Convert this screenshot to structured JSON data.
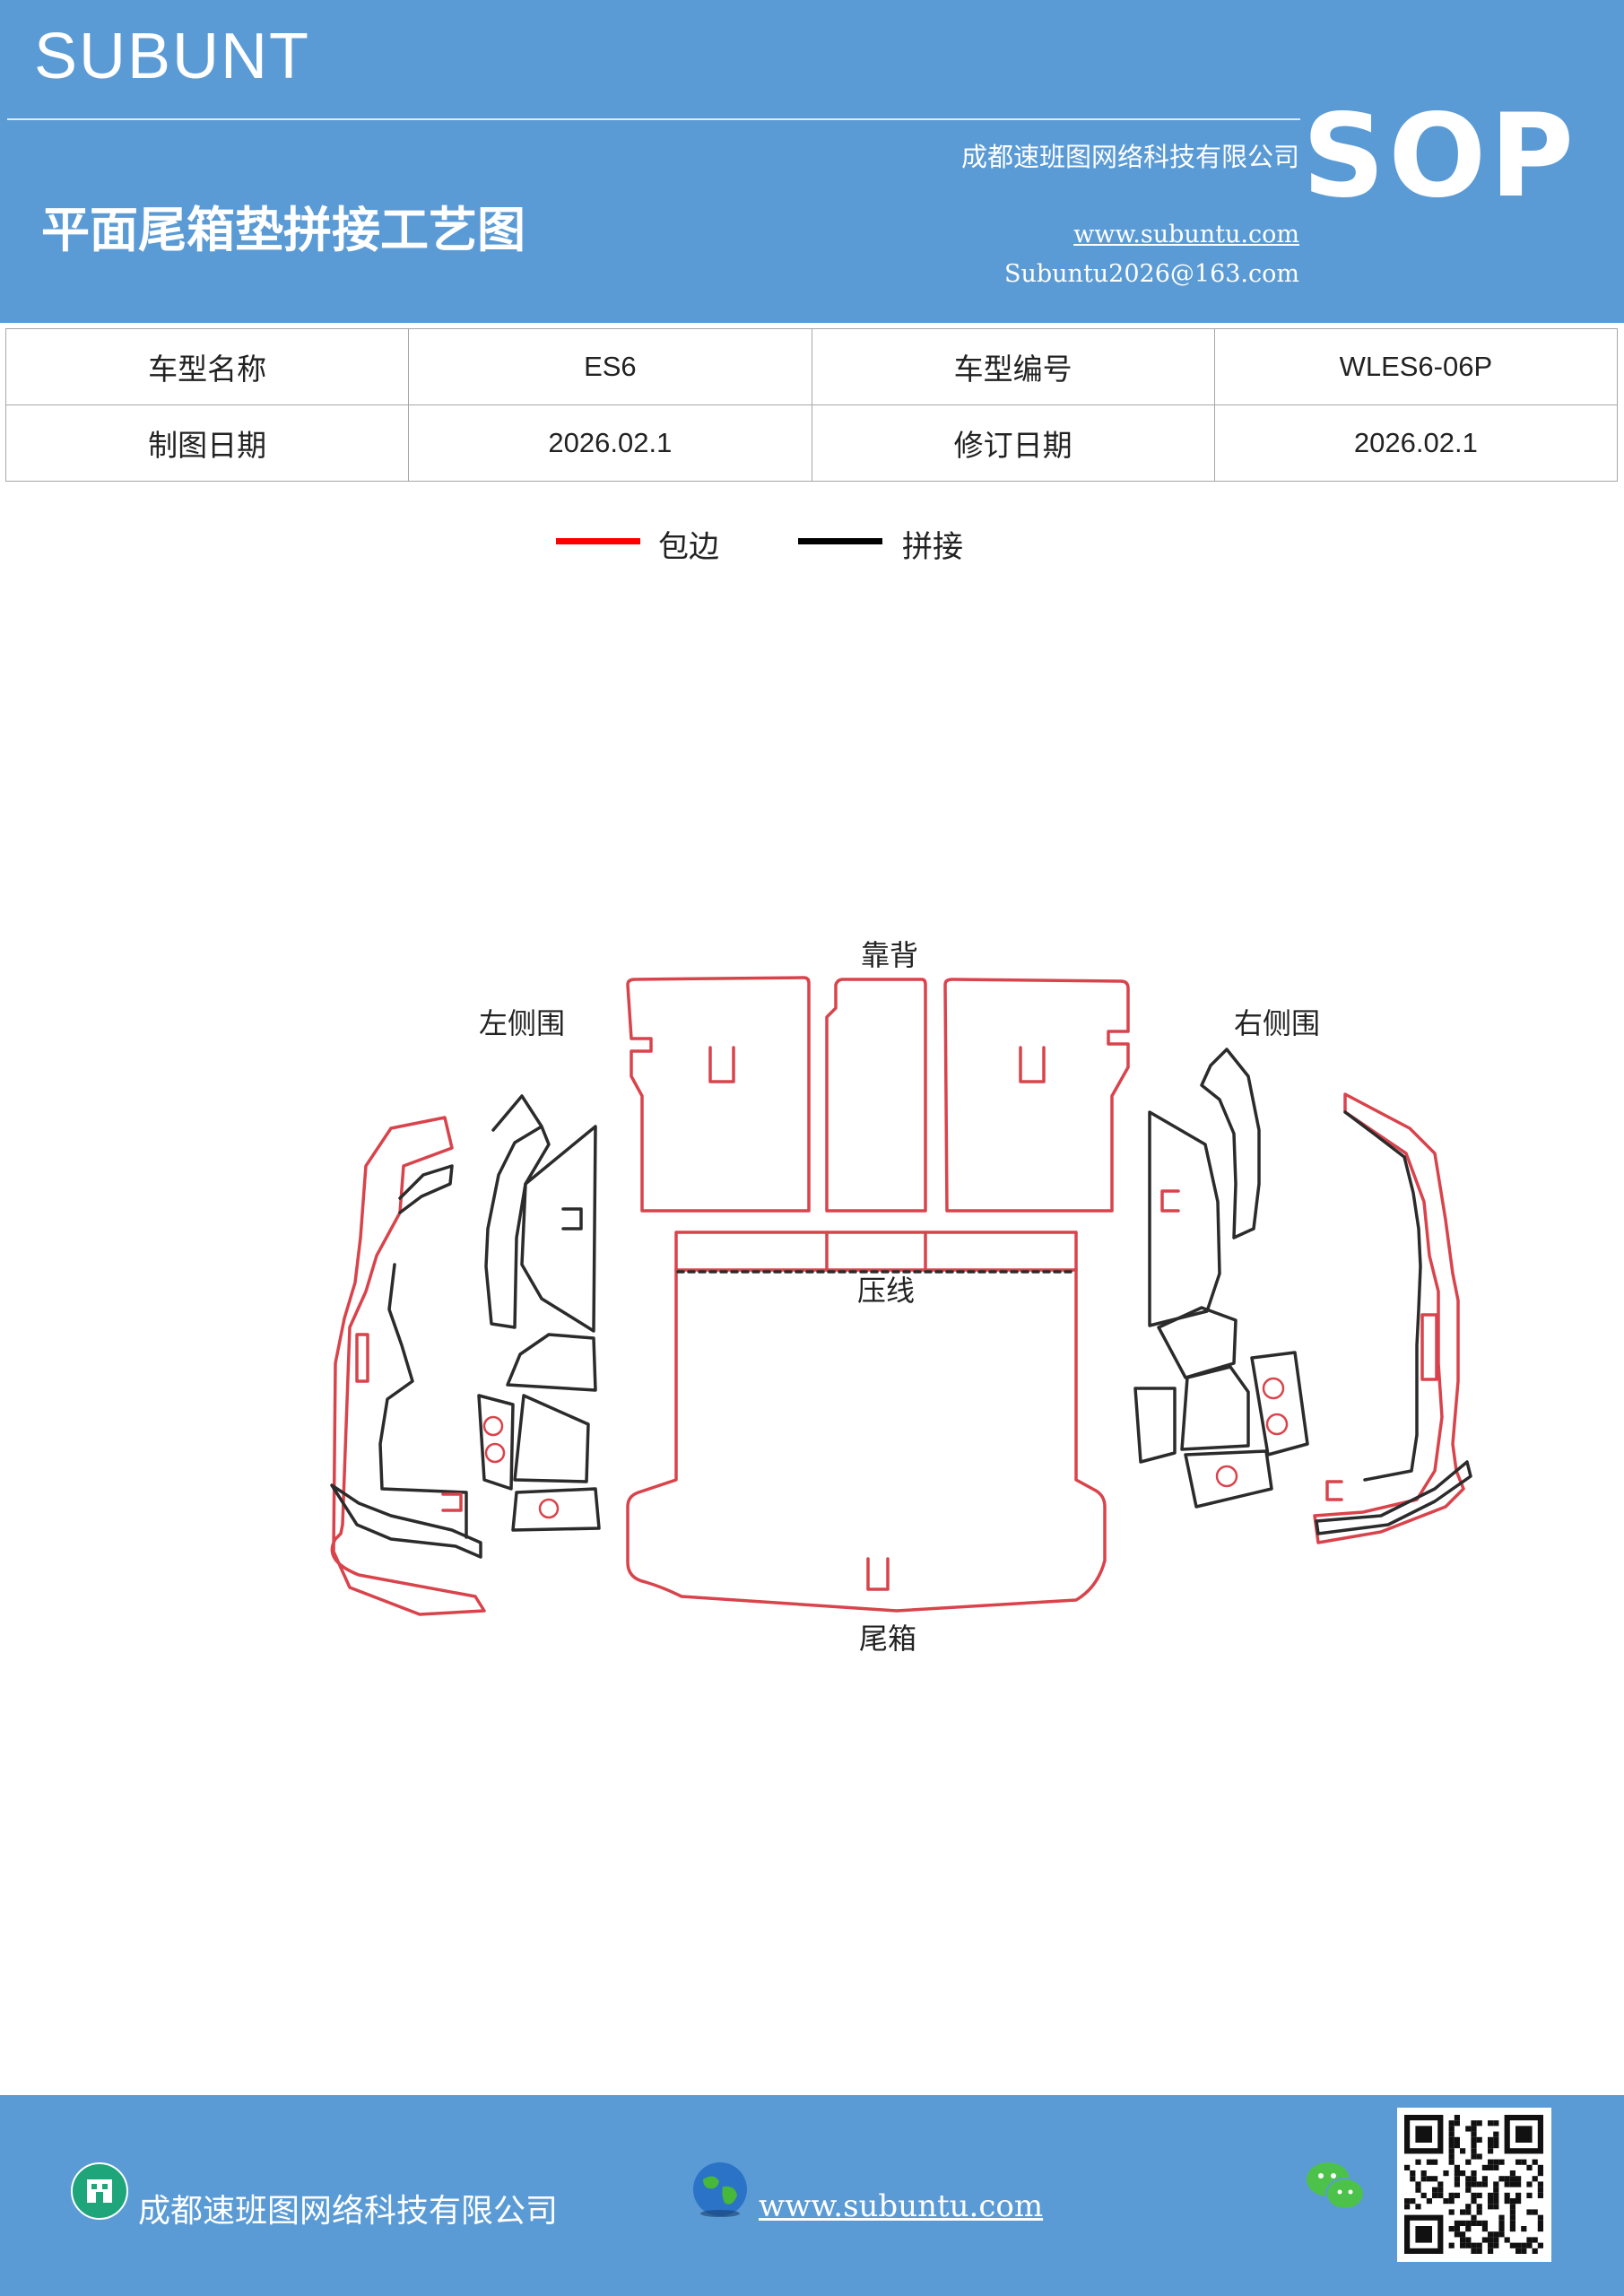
{
  "header": {
    "brand": "SUBUNT",
    "company": "成都速班图网络科技有限公司",
    "title": "平面尾箱垫拼接工艺图",
    "website": "www.subuntu.com",
    "email": "Subuntu2026@163.com",
    "badge": "SOP"
  },
  "info_table": {
    "rows": [
      [
        {
          "label": "车型名称"
        },
        {
          "value": "ES6"
        },
        {
          "label": "车型编号"
        },
        {
          "value": "WLES6-06P"
        }
      ],
      [
        {
          "label": "制图日期"
        },
        {
          "value": "2026.02.1"
        },
        {
          "label": "修订日期"
        },
        {
          "value": "2026.02.1"
        }
      ]
    ]
  },
  "legend": {
    "items": [
      {
        "label": "包边",
        "color": "#ff0000"
      },
      {
        "label": "拼接",
        "color": "#000000"
      }
    ]
  },
  "diagram": {
    "labels": {
      "backrest": "靠背",
      "left_side": "左侧围",
      "right_side": "右侧围",
      "press_line": "压线",
      "trunk": "尾箱"
    },
    "colors": {
      "edge": "#d9434b",
      "seam": "#2b2b2b"
    }
  },
  "footer": {
    "company": "成都速班图网络科技有限公司",
    "website": "www.subuntu.com"
  },
  "colors": {
    "brand_blue": "#5b9bd5"
  }
}
